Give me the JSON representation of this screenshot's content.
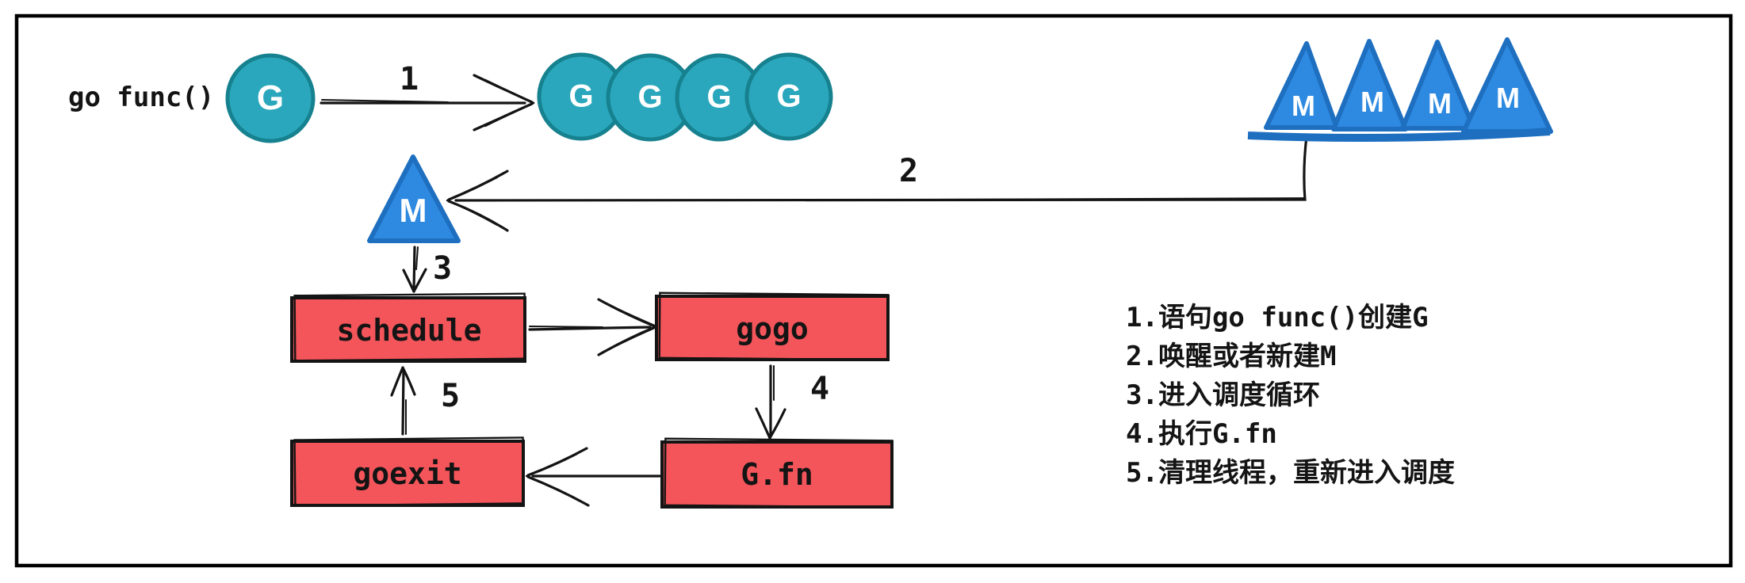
{
  "colors": {
    "teal_fill": "#2aa7bc",
    "teal_stroke": "#16818f",
    "blue_fill": "#2e8ae0",
    "blue_stroke": "#1e6fc0",
    "red_fill": "#f4555a",
    "ink": "#141414",
    "white": "#ffffff"
  },
  "code_label": "go func()",
  "goroutines": {
    "single": "G",
    "queue": [
      "G",
      "G",
      "G",
      "G"
    ]
  },
  "machines": {
    "single": "M",
    "pool": [
      "M",
      "M",
      "M",
      "M"
    ]
  },
  "boxes": {
    "schedule": "schedule",
    "gogo": "gogo",
    "goexit": "goexit",
    "gfn": "G.fn"
  },
  "arrow_labels": {
    "step1": "1",
    "step2": "2",
    "step3": "3",
    "step4": "4",
    "step5": "5"
  },
  "notes": {
    "items": [
      "1.语句go func()创建G",
      "2.唤醒或者新建M",
      "3.进入调度循环",
      "4.执行G.fn",
      "5.清理线程，重新进入调度"
    ]
  }
}
